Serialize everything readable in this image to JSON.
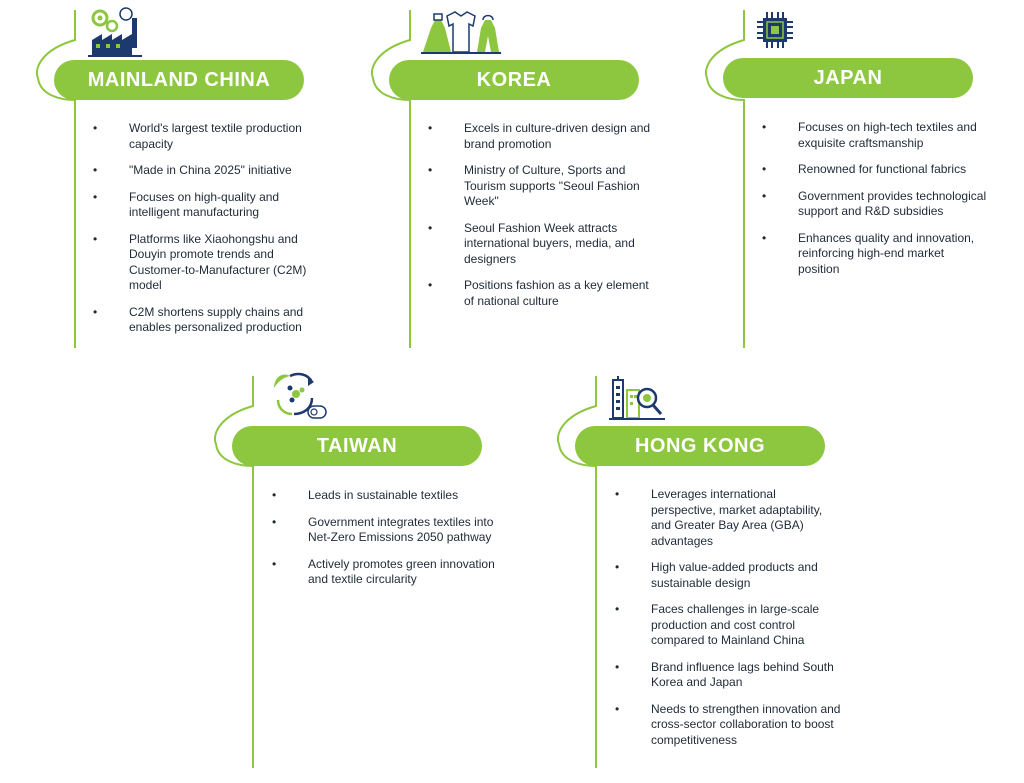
{
  "colors": {
    "accent_green": "#8dc63f",
    "navy": "#1d3a6e",
    "text": "#1f2a38"
  },
  "regions": [
    {
      "key": "mainland_china",
      "title": "MAINLAND CHINA",
      "icon": "factory-gears-icon",
      "bullets": [
        "World's largest textile production capacity",
        "\"Made in China 2025\" initiative",
        "Focuses on high-quality and intelligent manufacturing",
        "Platforms like Xiaohongshu and Douyin promote trends and Customer-to-Manufacturer (C2M) model",
        "C2M shortens supply chains and enables personalized production"
      ]
    },
    {
      "key": "korea",
      "title": "KOREA",
      "icon": "fashion-clothing-icon",
      "bullets": [
        "Excels in culture-driven design and brand promotion",
        "Ministry of Culture, Sports and Tourism supports \"Seoul Fashion Week\"",
        "Seoul Fashion Week attracts international buyers, media, and designers",
        "Positions fashion as a key element of national culture"
      ]
    },
    {
      "key": "japan",
      "title": "JAPAN",
      "icon": "microchip-icon",
      "bullets": [
        "Focuses on high-tech textiles and exquisite craftsmanship",
        "Renowned for functional fabrics",
        "Government provides technological support and R&D subsidies",
        "Enhances quality and innovation, reinforcing high-end market position"
      ]
    },
    {
      "key": "taiwan",
      "title": "TAIWAN",
      "icon": "recycle-textile-icon",
      "bullets": [
        "Leads in sustainable textiles",
        "Government integrates textiles into Net-Zero Emissions 2050 pathway",
        "Actively promotes green innovation and textile circularity"
      ]
    },
    {
      "key": "hong_kong",
      "title": "HONG KONG",
      "icon": "city-magnifier-icon",
      "bullets": [
        "Leverages international perspective, market adaptability, and Greater Bay Area (GBA) advantages",
        "High value-added products and sustainable design",
        "Faces challenges in large-scale production and cost control compared to Mainland China",
        "Brand influence lags behind South Korea and Japan",
        "Needs to strengthen innovation and cross-sector collaboration to boost competitiveness"
      ]
    }
  ]
}
